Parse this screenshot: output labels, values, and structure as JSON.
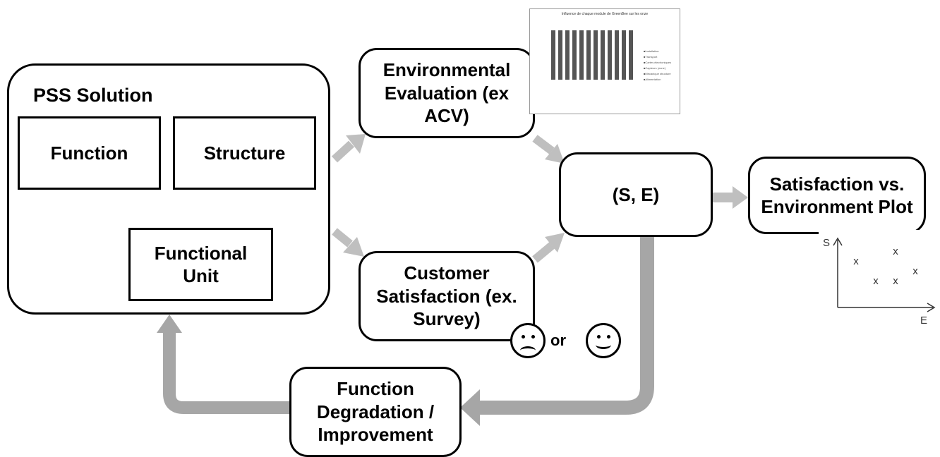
{
  "pss": {
    "title": "PSS Solution",
    "function": "Function",
    "structure": "Structure",
    "functional_unit": "Functional Unit"
  },
  "env_eval": "Environmental Evaluation (ex ACV)",
  "cust_sat": "Customer Satisfaction (ex. Survey)",
  "se": "(S, E)",
  "sat_vs_env": "Satisfaction vs. Environment Plot",
  "degradation": "Function Degradation / Improvement",
  "faces": {
    "sad": "sad-face",
    "or": "or",
    "happy": "happy-face"
  },
  "scatter_plot": {
    "ylabel": "S",
    "xlabel": "E",
    "marker": "x",
    "points": [
      [
        1,
        4
      ],
      [
        2,
        2
      ],
      [
        3,
        2
      ],
      [
        3,
        5
      ],
      [
        4,
        3
      ]
    ]
  },
  "mini_chart": {
    "title": "Influence de chaque module de GreenBee sur les onze",
    "bars": 12,
    "legend": [
      "Installation",
      "Transport",
      "Cartes électroniques",
      "Capteurs (zone)",
      "Mécanique structure",
      "Alimentation"
    ]
  },
  "colors": {
    "arrow": "#bfbfbf",
    "feedback": "#a6a6a6",
    "link": "#7f7f7f"
  }
}
